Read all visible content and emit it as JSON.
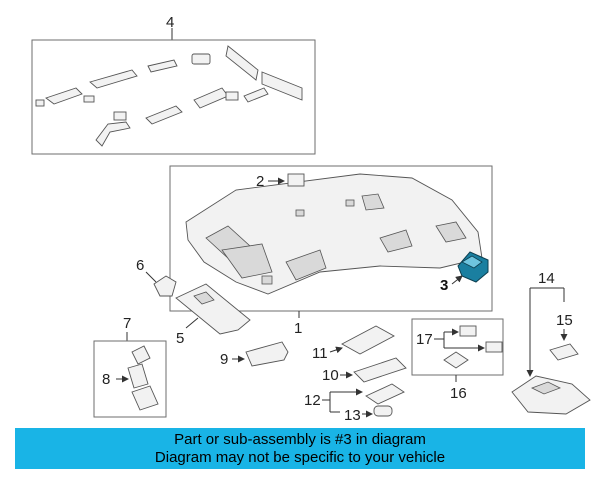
{
  "callouts": {
    "c1": "1",
    "c2": "2",
    "c3": "3",
    "c4": "4",
    "c5": "5",
    "c6": "6",
    "c7": "7",
    "c8": "8",
    "c9": "9",
    "c10": "10",
    "c11": "11",
    "c12": "12",
    "c13": "13",
    "c14": "14",
    "c15": "15",
    "c16": "16",
    "c17": "17"
  },
  "highlighted_part": "3",
  "colors": {
    "banner": "#19b4e6",
    "highlight": "#1a7fa0"
  },
  "banner": {
    "line1": "Part or sub-assembly is #3 in diagram",
    "line2": "Diagram may not be specific to your vehicle"
  }
}
